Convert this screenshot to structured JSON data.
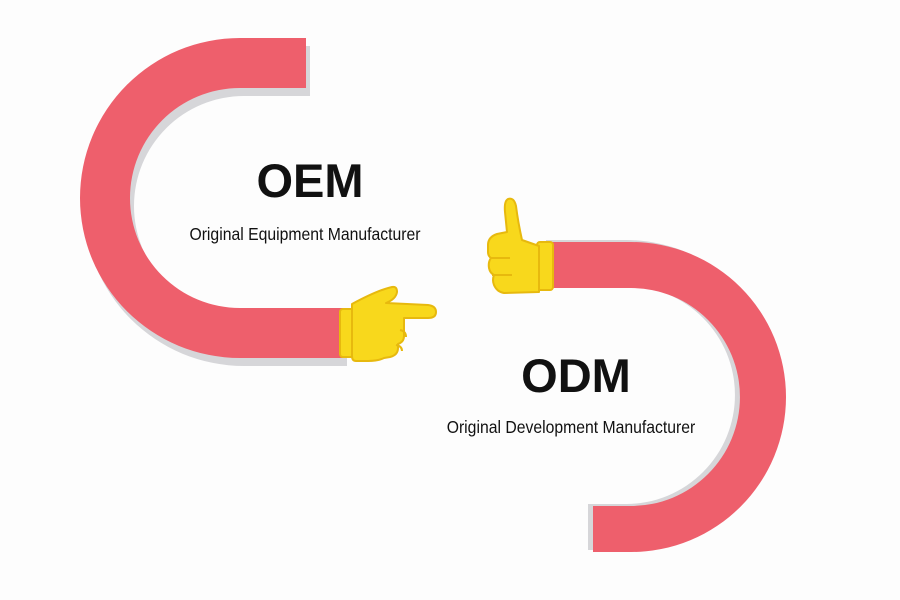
{
  "oem": {
    "acronym": "OEM",
    "full_name": "Original Equipment Manufacturer"
  },
  "odm": {
    "acronym": "ODM",
    "full_name": "Original Development Manufacturer"
  },
  "colors": {
    "arm": "#ee5f6c",
    "arm_shadow": "#d6d6d9",
    "hand": "#f8d81c",
    "hand_outline": "#e7b90e",
    "text": "#111111"
  },
  "icons": [
    "pointing-hand-icon",
    "thumbs-up-icon"
  ]
}
